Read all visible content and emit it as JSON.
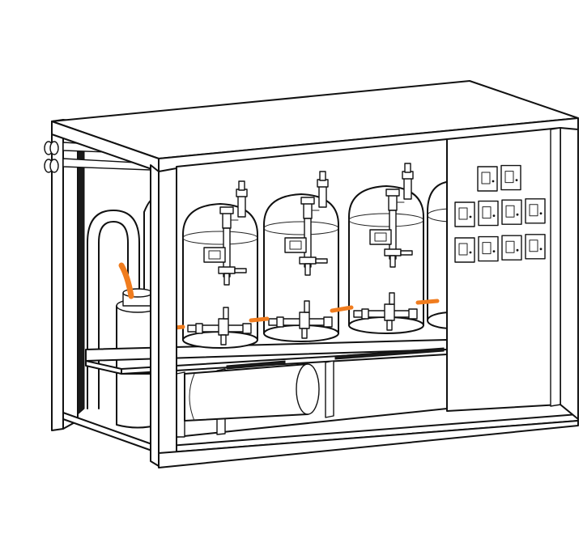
{
  "colors": {
    "line": "#111111",
    "background": "#ffffff",
    "accent_pipe": "#f07c1e"
  },
  "icons": {
    "frame": "skid-frame-icon",
    "vessel": "pressure-vessel-icon",
    "valve": "valve-icon",
    "panel": "control-panel-icon",
    "pump": "pump-icon"
  },
  "panel": {
    "rows": [
      2,
      4,
      4
    ]
  }
}
